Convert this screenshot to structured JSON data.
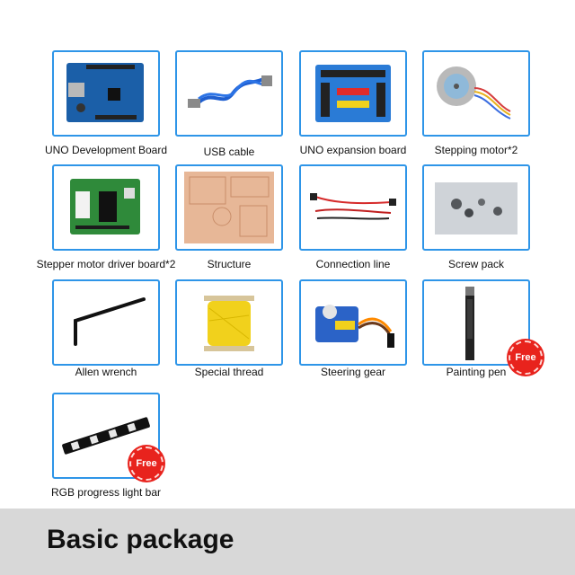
{
  "components": [
    {
      "label": "UNO Development Board",
      "icon": "uno-board-icon"
    },
    {
      "label": "USB cable",
      "icon": "usb-cable-icon"
    },
    {
      "label": "UNO expansion board",
      "icon": "expansion-board-icon"
    },
    {
      "label": "Stepping motor*2",
      "icon": "stepper-motor-icon"
    },
    {
      "label": "Stepper motor driver board*2",
      "icon": "driver-board-icon"
    },
    {
      "label": "Structure",
      "icon": "structure-panel-icon"
    },
    {
      "label": "Connection line",
      "icon": "jumper-wires-icon"
    },
    {
      "label": "Screw pack",
      "icon": "screw-pack-icon"
    },
    {
      "label": "Allen wrench",
      "icon": "allen-wrench-icon"
    },
    {
      "label": "Special thread",
      "icon": "thread-spool-icon"
    },
    {
      "label": "Steering gear",
      "icon": "servo-icon"
    },
    {
      "label": "Painting pen",
      "icon": "pen-icon"
    },
    {
      "label": "RGB progress light bar",
      "icon": "rgb-light-bar-icon"
    }
  ],
  "badges": {
    "free_label": "Free"
  },
  "footer": {
    "title": "Basic package"
  },
  "colors": {
    "card_border": "#2e95e8",
    "badge": "#e8231d",
    "footer_bg": "#d8d8d8"
  }
}
